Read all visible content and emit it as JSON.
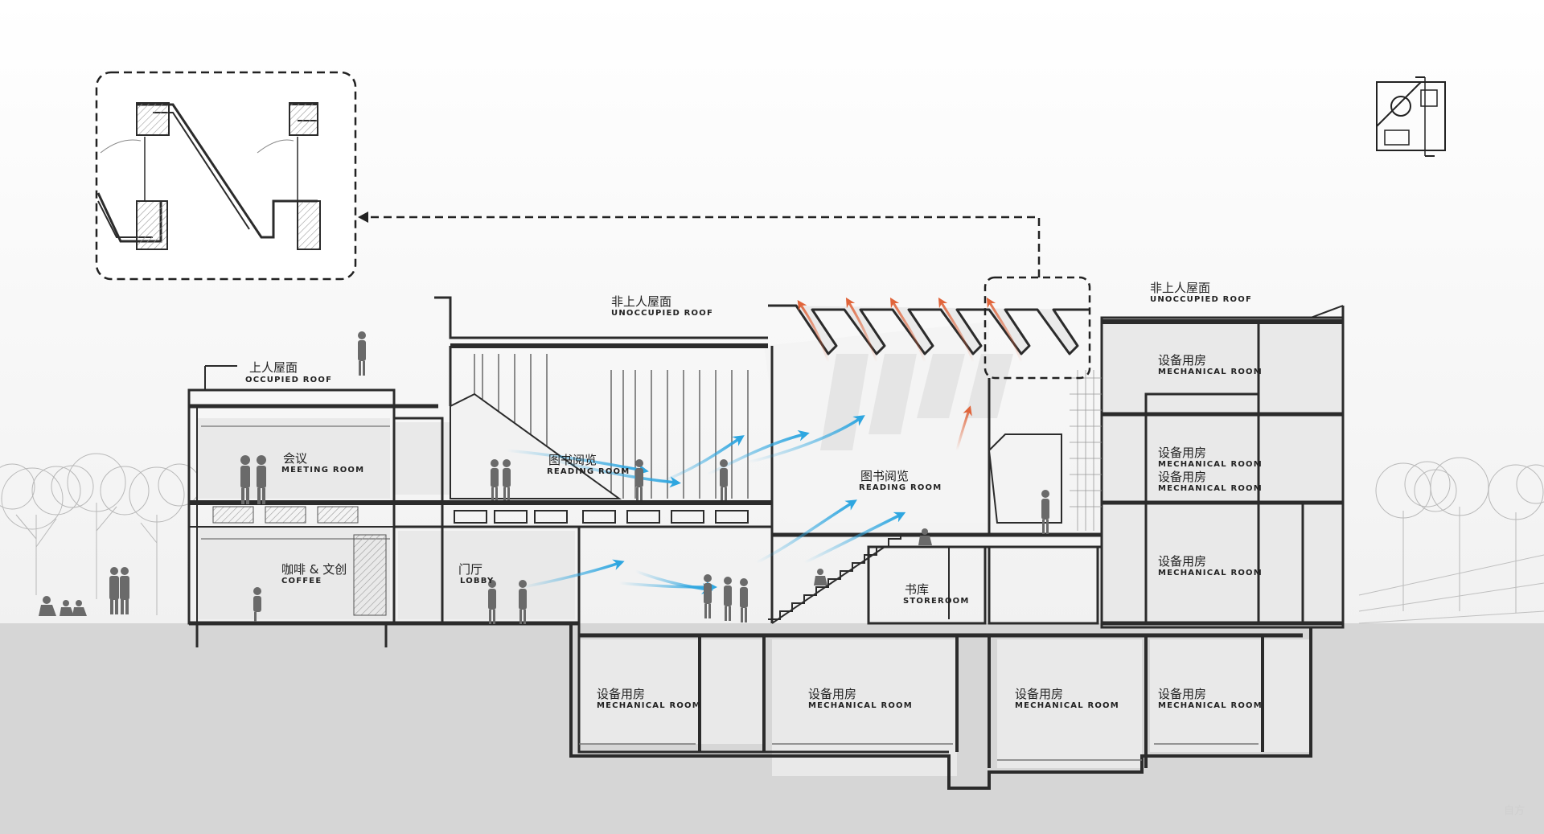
{
  "labels": {
    "occupied_roof_cn": "上人屋面",
    "occupied_roof_en": "OCCUPIED ROOF",
    "unoccupied_roof_1_cn": "非上人屋面",
    "unoccupied_roof_1_en": "UNOCCUPIED ROOF",
    "unoccupied_roof_2_cn": "非上人屋面",
    "unoccupied_roof_2_en": "UNOCCUPIED ROOF",
    "meeting_cn": "会议",
    "meeting_en": "MEETING ROOM",
    "reading_1_cn": "图书阅览",
    "reading_1_en": "READING ROOM",
    "reading_2_cn": "图书阅览",
    "reading_2_en": "READING ROOM",
    "coffee_cn": "咖啡 & 文创",
    "coffee_en": "COFFEE",
    "lobby_cn": "门厅",
    "lobby_en": "LOBBY",
    "storeroom_cn": "书库",
    "storeroom_en": "STOREROOM",
    "mech_1_cn": "设备用房",
    "mech_1_en": "MECHANICAL ROOM",
    "mech_2_cn": "设备用房",
    "mech_2_en": "MECHANICAL ROOM",
    "mech_3_cn": "设备用房",
    "mech_3_en": "MECHANICAL ROOM",
    "mech_4_cn": "设备用房",
    "mech_4_en": "MECHANICAL ROOM",
    "mech_5_cn": "设备用房",
    "mech_5_en": "MECHANICAL ROOM",
    "mech_6_cn": "设备用房",
    "mech_6_en": "MECHANICAL ROOM",
    "mech_7_cn": "设备用房",
    "mech_7_en": "MECHANICAL ROOM",
    "mech_8_cn": "设备用房",
    "mech_8_en": "MECHANICAL ROOM"
  },
  "watermark": "自方",
  "colors": {
    "structure": "#2b2b2b",
    "ground": "#d6d6d6",
    "interior_shade": "#e7e7e7",
    "cool_air": "#2ea6e0",
    "warm_air": "#e0643a",
    "people": "#666666",
    "trees": "#b5b5b5"
  },
  "icons": {
    "airflow_cool": "blue-airflow-arrow-icon",
    "airflow_warm": "orange-airflow-arrow-icon",
    "key_plan": "key-plan-icon"
  }
}
